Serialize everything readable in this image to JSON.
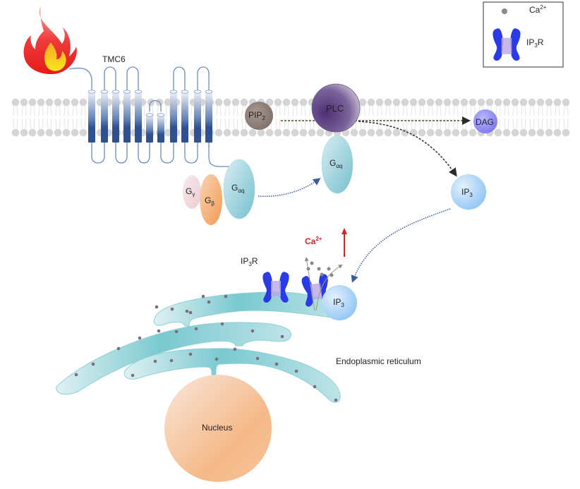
{
  "title": "TMC6 heat-activated Gαq–PLC–IP3–Ca2+ signaling pathway",
  "legend": {
    "items": [
      {
        "symbol": "calcium-ion-dot",
        "label": "Ca",
        "sup": "2+"
      },
      {
        "symbol": "ip3-receptor-channel",
        "label": "IP",
        "sub": "3",
        "suffix": "R"
      }
    ]
  },
  "stimulus": {
    "icon": "flame-icon",
    "meaning": "heat"
  },
  "receptor": {
    "label": "TMC6"
  },
  "membrane_molecules": {
    "pip2": {
      "label": "PIP",
      "sub": "2"
    },
    "plc": {
      "label": "PLC"
    },
    "dag": {
      "label": "DAG"
    }
  },
  "g_protein": {
    "gamma": {
      "label": "G",
      "sub": "γ"
    },
    "beta": {
      "label": "G",
      "sub": "β"
    },
    "alpha_q": {
      "label": "G",
      "sub": "αq"
    },
    "alpha_q_active": {
      "label": "G",
      "sub": "αq"
    }
  },
  "second_messenger": {
    "ip3_free": {
      "label": "IP",
      "sub": "3"
    },
    "ip3_bound": {
      "label": "IP",
      "sub": "3"
    }
  },
  "er_receptor": {
    "label": "IP",
    "sub": "3",
    "suffix": "R"
  },
  "calcium_release": {
    "label": "Ca",
    "sup": "2+",
    "direction": "increase"
  },
  "organelles": {
    "er": {
      "label": "Endoplasmic reticulum"
    },
    "nucleus": {
      "label": "Nucleus"
    }
  },
  "colors": {
    "flame_outer": "#e8262a",
    "flame_inner": "#f7d21a",
    "tm_helix_top": "#e6ecf5",
    "tm_helix_bottom": "#2f5191",
    "membrane": "#d5d5d5",
    "pip2": "#8e7f78",
    "plc": "#5b3f7e",
    "dag": "#8f8cf2",
    "g_gamma": "#f3dde0",
    "g_beta": "#f4b079",
    "g_alpha": "#8ccbd8",
    "ip3": "#9bcbf6",
    "ip3r": "#2a3ae6",
    "er": "#8fd0d5",
    "nucleus": "#f6bc8c",
    "ca_label": "#e02020",
    "ca_arrow": "#e02020",
    "dotted_arrow": "#3a5a9a",
    "dashed_arrow": "#554a2f"
  }
}
